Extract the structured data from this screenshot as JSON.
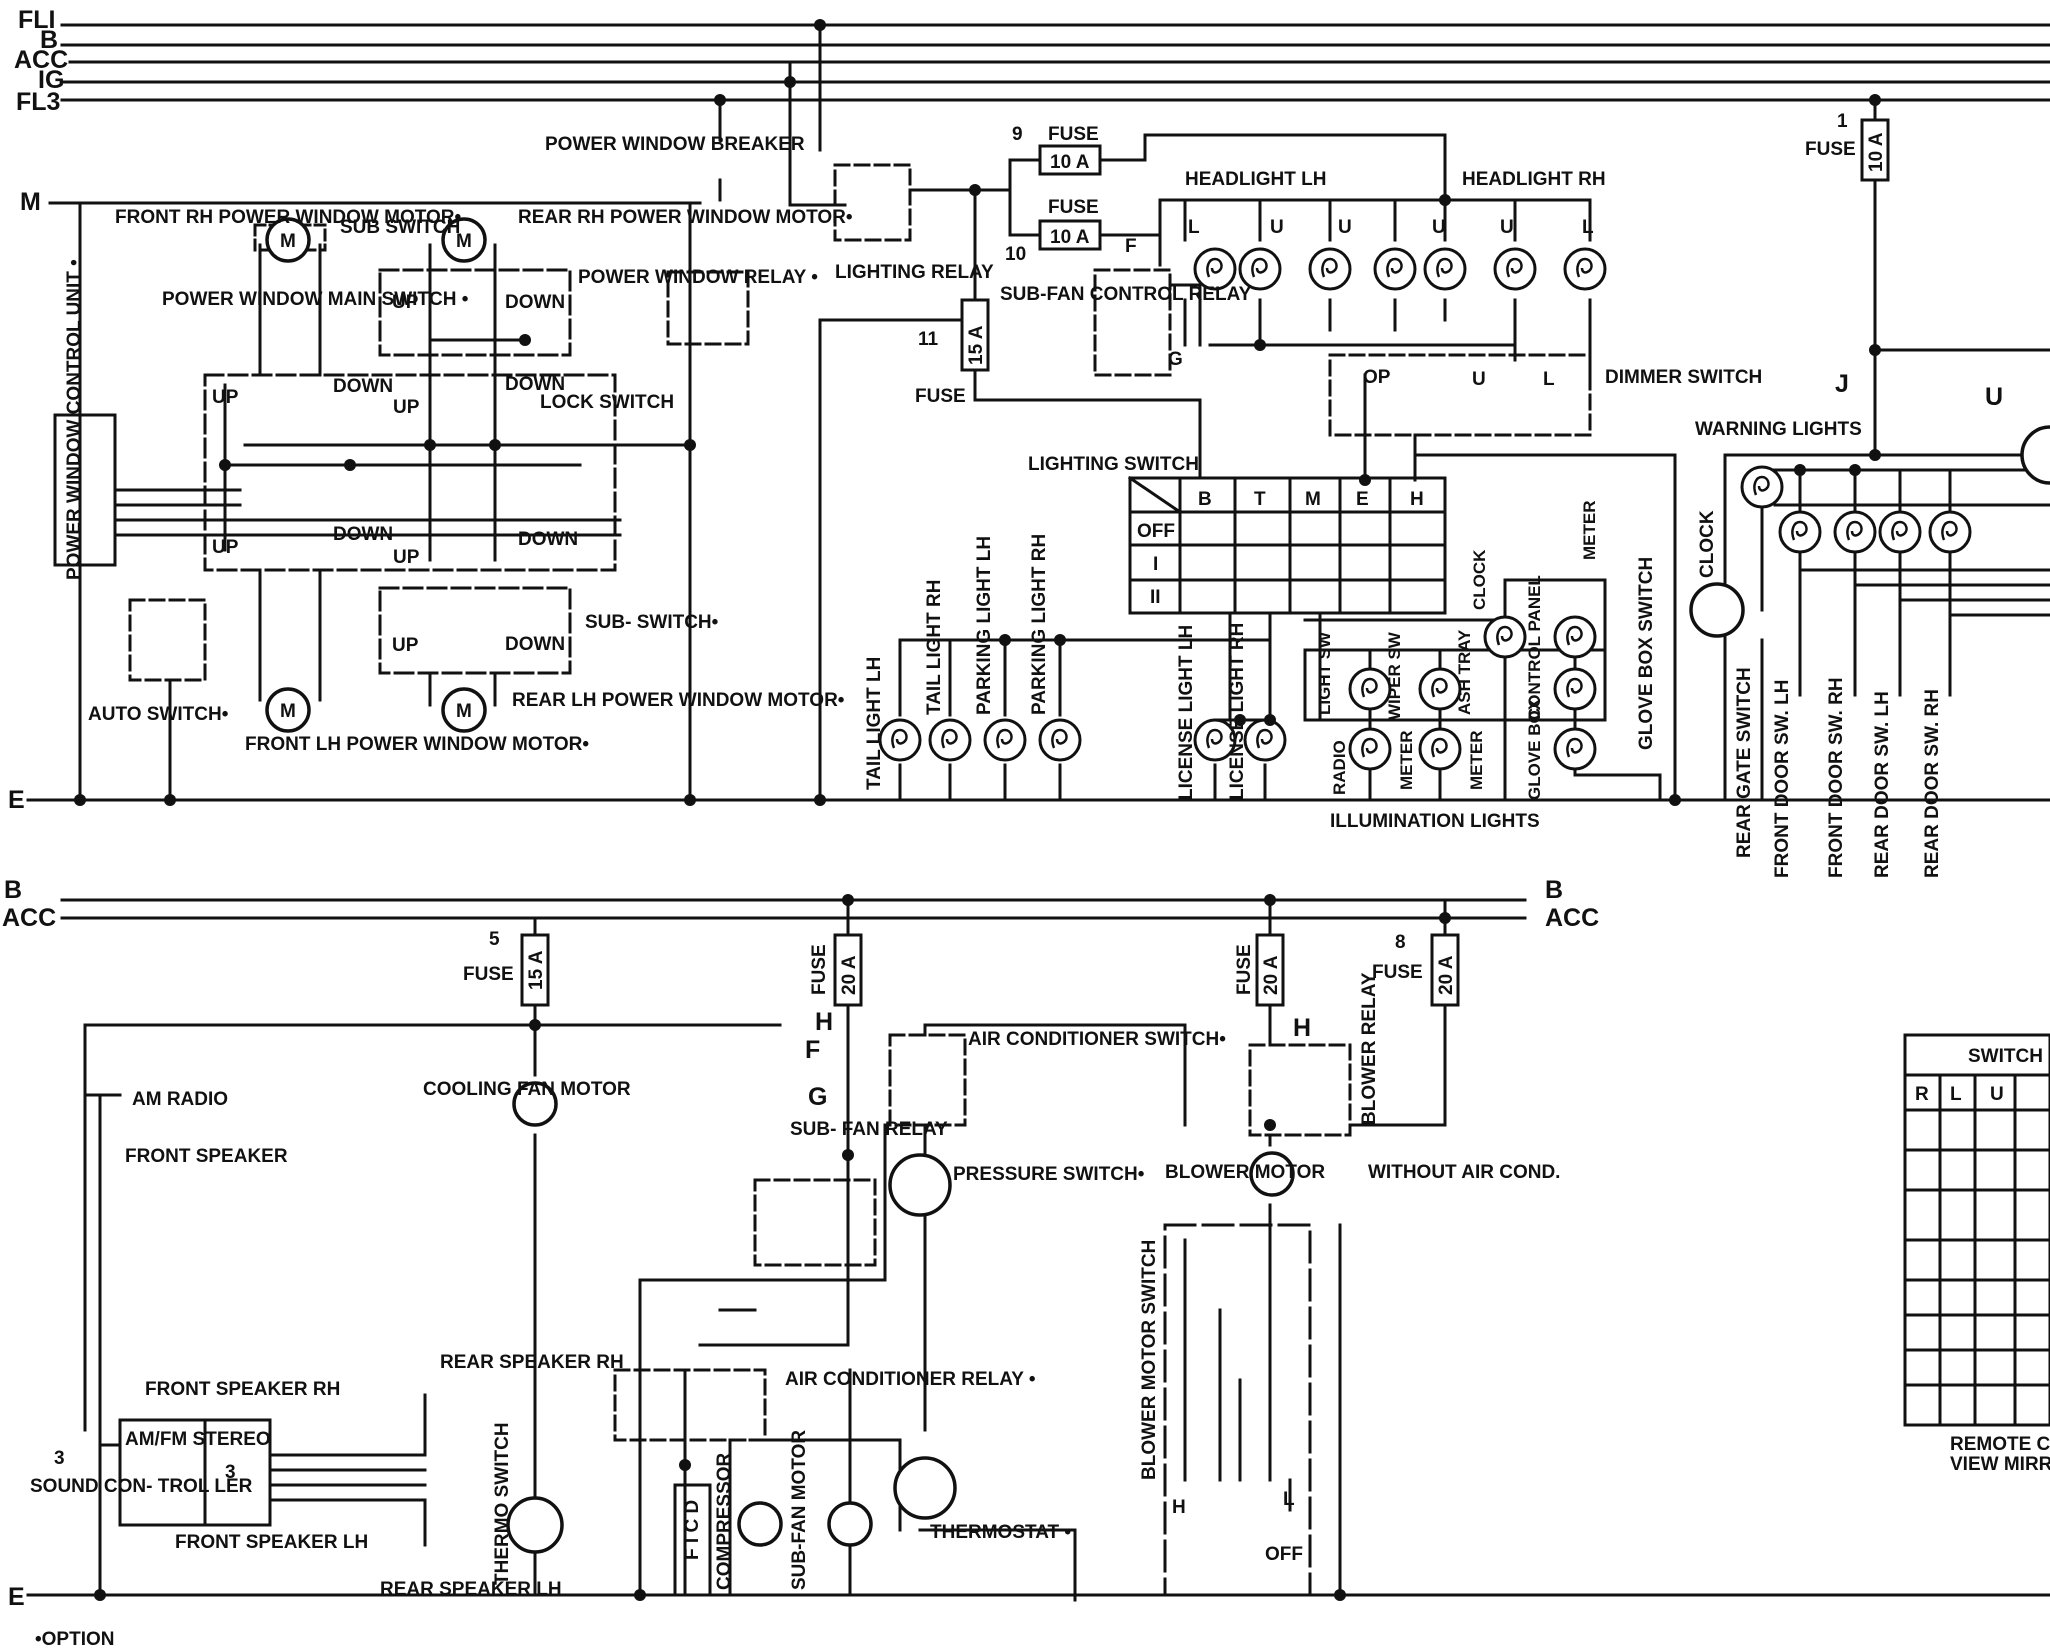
{
  "buses_top": [
    "FLI",
    "B",
    "ACC",
    "IG",
    "FL3"
  ],
  "bus_m": "M",
  "bus_e": "E",
  "buses_bottom": [
    "B",
    "ACC"
  ],
  "power_window": {
    "breaker": "POWER WINDOW BREAKER",
    "front_rh_motor": "FRONT RH POWER WINDOW MOTOR•",
    "sub_switch_top": "SUB SWITCH",
    "rear_rh_motor": "REAR RH POWER WINDOW MOTOR•",
    "relay": "POWER WINDOW RELAY •",
    "main_switch": "POWER WINDOW MAIN SWITCH •",
    "lock_switch": "LOCK SWITCH",
    "control_unit": "POWER WINDOW CONTROL UNIT •",
    "auto_switch": "AUTO SWITCH•",
    "front_lh_motor": "FRONT LH POWER WINDOW MOTOR•",
    "sub_switch_bottom": "SUB- SWITCH•",
    "rear_lh_motor": "REAR LH POWER WINDOW MOTOR•",
    "up": "UP",
    "down": "DOWN",
    "motor_symbol": "M"
  },
  "lighting": {
    "lighting_relay": "LIGHTING RELAY",
    "fuse": "FUSE",
    "fuse9_num": "9",
    "fuse10_num": "10",
    "fuse11_num": "11",
    "fuse_10a": "10 A",
    "fuse_15a": "15 A",
    "sub_fan_control_relay": "SUB-FAN CONTROL RELAY",
    "headlight_lh": "HEADLIGHT LH",
    "headlight_rh": "HEADLIGHT RH",
    "dimmer_switch": "DIMMER SWITCH",
    "op": "OP",
    "lighting_switch": "LIGHTING SWITCH",
    "switch_cols": [
      "B",
      "T",
      "M",
      "E",
      "H"
    ],
    "switch_rows": [
      "OFF",
      "I",
      "II"
    ],
    "tail_light_lh": "TAIL LIGHT LH",
    "tail_light_rh": "TAIL LIGHT RH",
    "parking_light_lh": "PARKING LIGHT LH",
    "parking_light_rh": "PARKING LIGHT RH",
    "license_light_lh": "LICENSE LIGHT LH",
    "license_light_rh": "LICENSE LIGHT RH",
    "illum_labels": [
      "LIGHT SW",
      "WIPER SW",
      "ASH TRAY",
      "CONTROL PANEL",
      "CLOCK",
      "METER",
      "RADIO",
      "METER",
      "METER",
      "GLOVE BOX"
    ],
    "glove_box_switch": "GLOVE BOX SWITCH",
    "illumination_lights": "ILLUMINATION LIGHTS",
    "f": "F",
    "g": "G",
    "l": "L",
    "u": "U"
  },
  "warning": {
    "fuse_num": "1",
    "fuse": "FUSE",
    "fuse_rating": "10 A",
    "warning_lights": "WARNING LIGHTS",
    "j": "J",
    "u": "U",
    "clock": "CLOCK",
    "door_switches": [
      "REAR GATE SWITCH",
      "FRONT DOOR SW. LH",
      "FRONT DOOR SW. RH",
      "REAR DOOR SW. LH",
      "REAR DOOR SW. RH"
    ]
  },
  "bottom": {
    "fuse5_num": "5",
    "fuse8_num": "8",
    "fuse3_num": "3",
    "fuse": "FUSE",
    "fuse_15a": "15 A",
    "fuse_20a": "20 A",
    "am_radio": "AM RADIO",
    "front_speaker": "FRONT SPEAKER",
    "cooling_fan_motor": "COOLING FAN MOTOR",
    "h": "H",
    "f": "F",
    "g": "G",
    "sub_fan_relay": "SUB- FAN RELAY",
    "air_conditioner_switch": "AIR CONDITIONER SWITCH•",
    "pressure_switch": "PRESSURE SWITCH•",
    "blower_relay": "BLOWER RELAY",
    "blower_motor": "BLOWER MOTOR",
    "without_air_cond": "WITHOUT AIR COND.",
    "air_conditioner_relay": "AIR CONDITIONER RELAY •",
    "ficd": "F I C D",
    "compressor": "COMPRESSOR",
    "sub_fan_motor": "SUB-FAN MOTOR",
    "thermostat": "THERMOSTAT •",
    "blower_motor_switch": "BLOWER MOTOR SWITCH",
    "off": "OFF",
    "l": "L",
    "am_fm_stereo": "AM/FM STEREO",
    "front_speaker_rh": "FRONT SPEAKER RH",
    "front_speaker_lh": "FRONT SPEAKER LH",
    "rear_speaker_rh": "REAR SPEAKER RH",
    "rear_speaker_lh": "REAR SPEAKER LH",
    "sound_controler": "SOUND CON- TROL LER",
    "thermo_switch": "THERMO SWITCH",
    "option_note": "•OPTION"
  },
  "mirror": {
    "title": "SWITCH",
    "cols": [
      "R",
      "L",
      "U"
    ],
    "caption_1": "REMOTE CO",
    "caption_2": "VIEW MIRR"
  }
}
